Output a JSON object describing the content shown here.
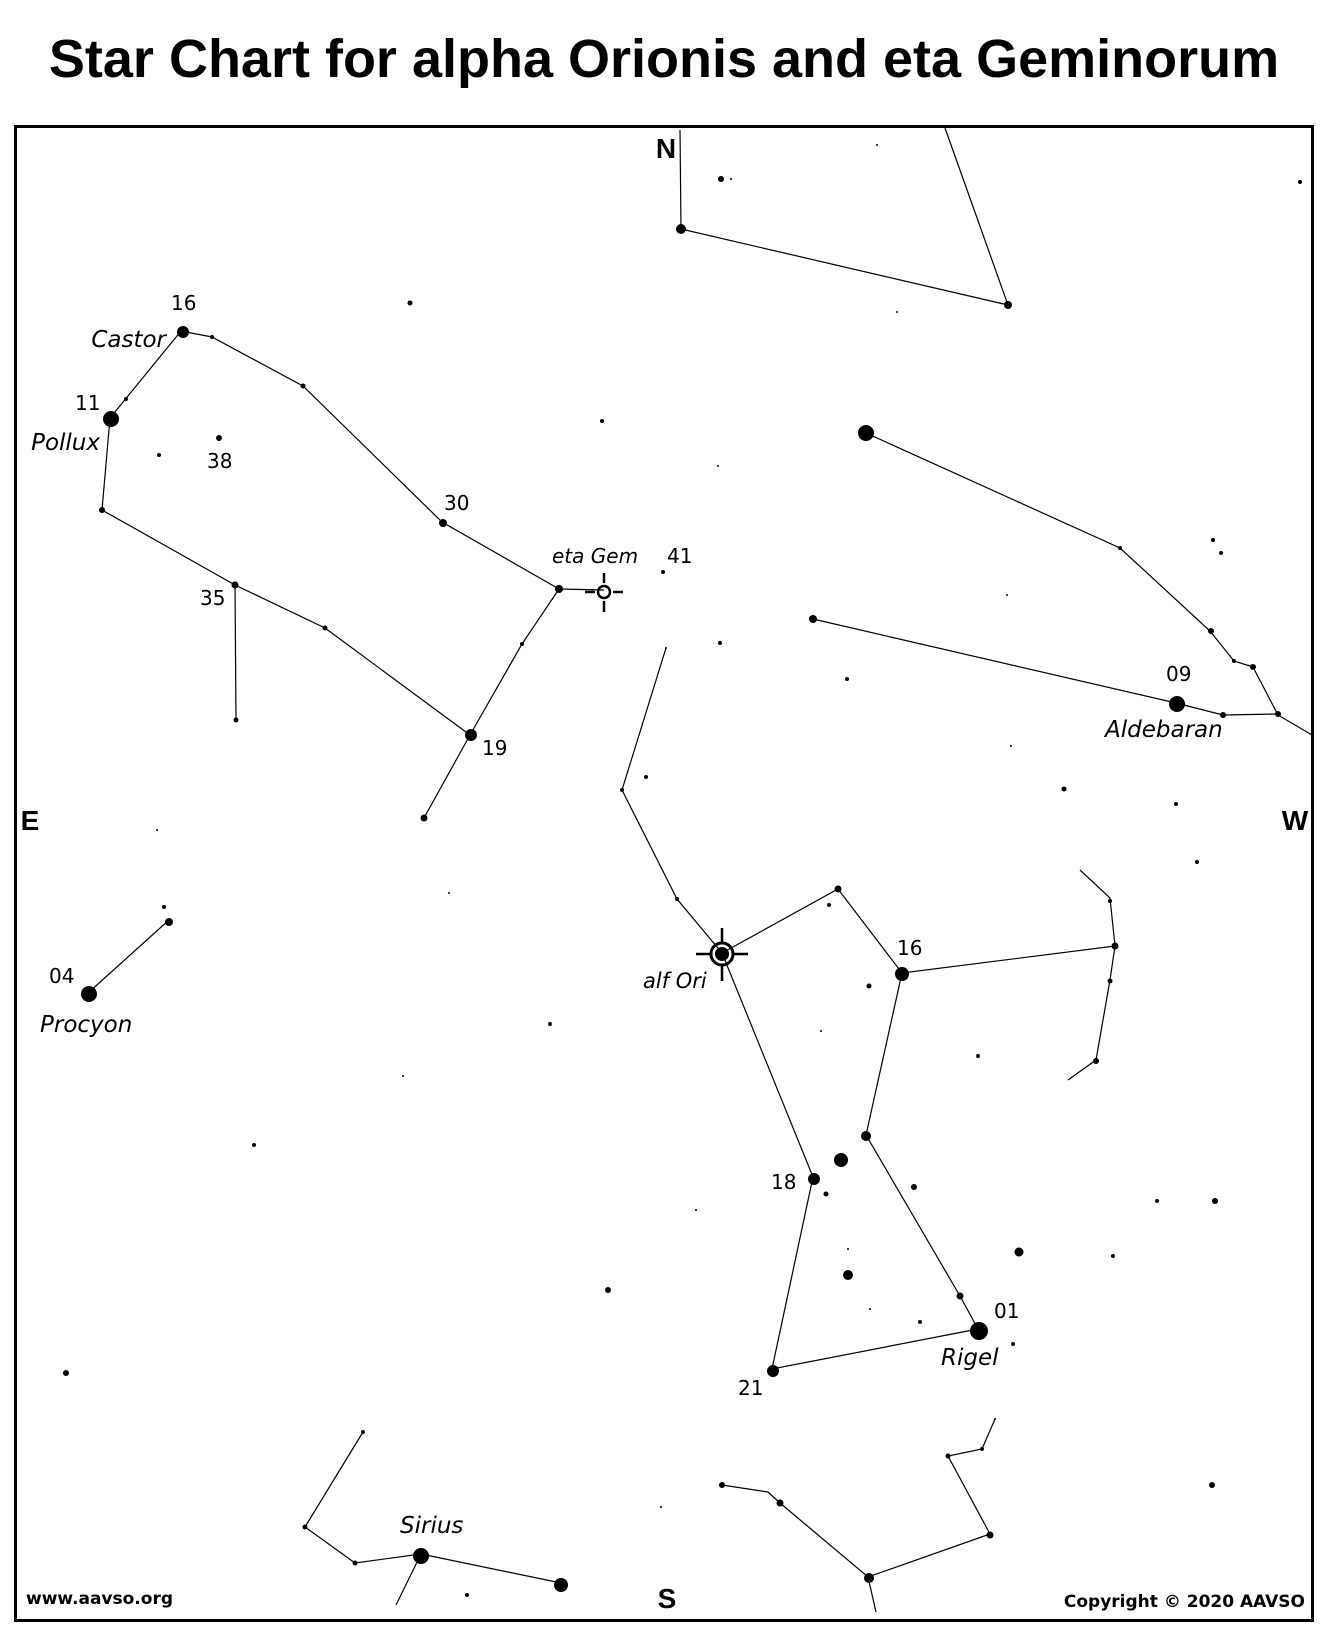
{
  "title": "Star Chart for alpha Orionis and eta Geminorum",
  "directions": {
    "north": "N",
    "south": "S",
    "east": "E",
    "west": "W"
  },
  "footer": {
    "website": "www.aavso.org",
    "copyright": "Copyright © 2020 AAVSO"
  },
  "targets": {
    "variable_star": "alf Ori",
    "variable_star_2": "eta Gem"
  },
  "named_stars": [
    "Castor",
    "Pollux",
    "Procyon",
    "Aldebaran",
    "Rigel",
    "Sirius"
  ],
  "comparison_labels": [
    "16",
    "11",
    "38",
    "30",
    "41",
    "35",
    "19",
    "04",
    "09",
    "16",
    "18",
    "01",
    "21"
  ],
  "colors": {
    "ink": "#000000",
    "background": "#ffffff"
  }
}
